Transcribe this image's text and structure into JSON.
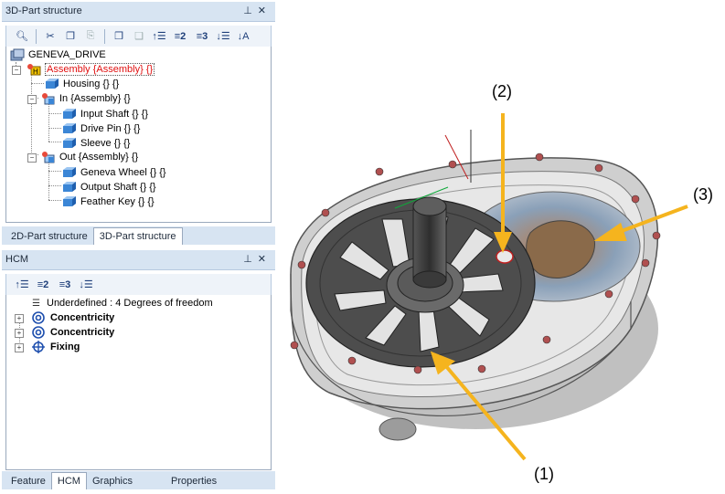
{
  "structure_panel": {
    "title": "3D-Part structure",
    "pin_icon": "pin-icon",
    "close_icon": "close-icon",
    "toolbar_text_buttons": [
      "2",
      "3"
    ],
    "root": "GENEVA_DRIVE",
    "items": [
      {
        "label": "Assembly {Assembly} {}",
        "type": "assembly",
        "selected": true
      },
      {
        "label": "Housing {} {}",
        "type": "part"
      },
      {
        "label": "In {Assembly} {}",
        "type": "assembly"
      },
      {
        "label": "Input Shaft {} {}",
        "type": "part"
      },
      {
        "label": "Drive Pin {} {}",
        "type": "part"
      },
      {
        "label": "Sleeve {} {}",
        "type": "part"
      },
      {
        "label": "Out {Assembly} {}",
        "type": "assembly"
      },
      {
        "label": "Geneva Wheel {} {}",
        "type": "part"
      },
      {
        "label": "Output Shaft {} {}",
        "type": "part"
      },
      {
        "label": "Feather Key {} {}",
        "type": "part"
      }
    ],
    "tabs": [
      "2D-Part structure",
      "3D-Part structure"
    ]
  },
  "hcm_panel": {
    "title": "HCM",
    "toolbar_text_buttons": [
      "2",
      "3"
    ],
    "status": "Underdefined : 4 Degrees of freedom",
    "constraints": [
      "Concentricity",
      "Concentricity",
      "Fixing"
    ],
    "tabs": [
      "Feature",
      "HCM",
      "Graphics",
      "Properties"
    ]
  },
  "callouts": [
    "(1)",
    "(2)",
    "(3)"
  ],
  "colors": {
    "accent": "#f5b41e",
    "selected": "#e01010",
    "panel": "#d7e4f2"
  }
}
